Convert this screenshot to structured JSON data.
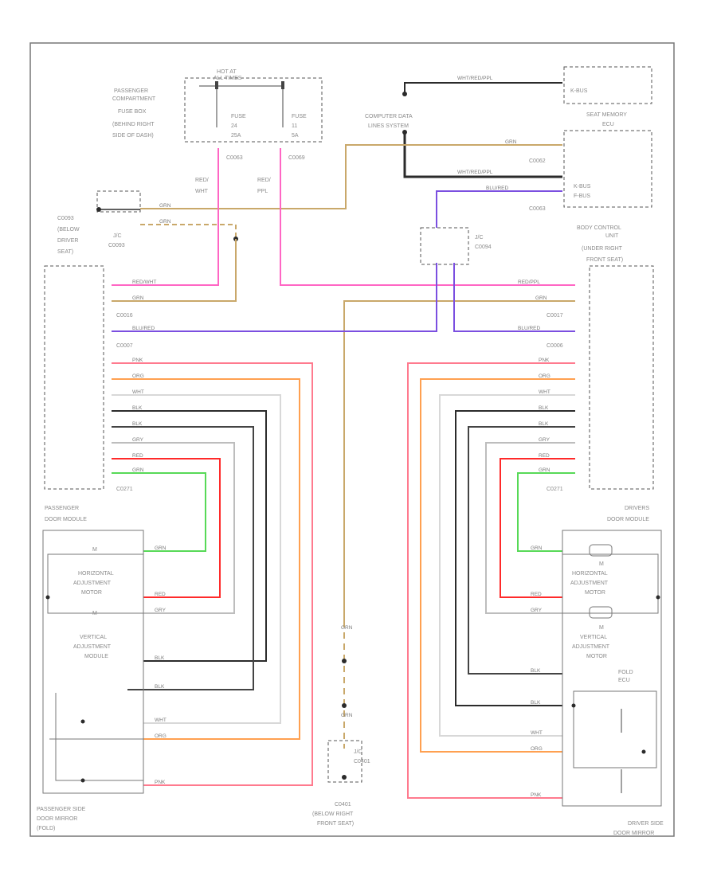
{
  "labels": {
    "hot_at_all_times": [
      "HOT AT",
      "ALL TIMES"
    ],
    "pass_fuse_box": [
      "PASSENGER",
      "COMPARTMENT",
      "FUSE BOX",
      "(BEHIND RIGHT",
      "SIDE OF DASH)"
    ],
    "fuse24": [
      "FUSE",
      "24",
      "25A"
    ],
    "fuse11": [
      "FUSE",
      "11",
      "5A"
    ],
    "c0063": "C0063",
    "c0069": "C0069",
    "wire_red_wht": [
      "RED/",
      "WHT"
    ],
    "wire_red_ppl": [
      "RED/",
      "PPL"
    ],
    "computer_data": [
      "COMPUTER DATA",
      "LINES SYSTEM"
    ],
    "seat_memory_ecu": [
      "SEAT MEMORY",
      "ECU"
    ],
    "kbus_top": "K-BUS",
    "kbus_bcu": "K-BUS",
    "bcu_fbus": "F-BUS",
    "c0062": "C0062",
    "c0063b": "C0063",
    "bcu": [
      "BODY CONTROL",
      "UNIT",
      "(UNDER RIGHT",
      "FRONT SEAT)"
    ],
    "c0093": [
      "C0093",
      "(BELOW",
      "DRIVER",
      "SEAT)"
    ],
    "jc_c0093": [
      "J/C",
      "C0093"
    ],
    "jc_c0094": [
      "J/C",
      "C0094"
    ],
    "c0016": "C0016",
    "c0017": "C0017",
    "c0007": "C0007",
    "c0006": "C0006",
    "c0271_l": "C0271",
    "c0271_r": "C0271",
    "pass_door_module": [
      "PASSENGER",
      "DOOR MODULE"
    ],
    "drv_door_module": [
      "DRIVERS",
      "DOOR MODULE"
    ],
    "horiz_motor_l": [
      "HORIZONTAL",
      "ADJUSTMENT",
      "MOTOR"
    ],
    "vert_module_l": [
      "VERTICAL",
      "ADJUSTMENT",
      "MODULE"
    ],
    "horiz_motor_r": [
      "HORIZONTAL",
      "ADJUSTMENT",
      "MOTOR"
    ],
    "vert_motor_r": [
      "VERTICAL",
      "ADJUSTMENT",
      "MOTOR"
    ],
    "pass_mirror": [
      "PASSENGER SIDE",
      "DOOR MIRROR",
      "(FOLD)"
    ],
    "drv_mirror": [
      "DRIVER SIDE",
      "DOOR MIRROR"
    ],
    "c0401": [
      "C0401",
      "(BELOW RIGHT",
      "FRONT SEAT)"
    ],
    "jc_c0401": [
      "J/C",
      "C0401"
    ],
    "ecu_label": [
      "FOLD",
      "ECU"
    ],
    "m_label": "M"
  },
  "wires": {
    "wht_red_ppl": "WHT/RED/PPL",
    "wht_red_ppl2": "WHT/RED/PPL",
    "blu_red_top": "BLU/RED",
    "grn": "GRN",
    "red_wht": "RED/WHT",
    "red_ppl": "RED/PPL",
    "blu_red": "BLU/RED",
    "pnk": "PNK",
    "org": "ORG",
    "wht": "WHT",
    "blk": "BLK",
    "gry": "GRY",
    "red": "RED",
    "red_m": "RED"
  },
  "colors": {
    "tan": "#c9a86a",
    "pink": "#ff66c4",
    "purple": "#7b4fe0",
    "black": "#2b2b2b",
    "red": "#ff2a2a",
    "orange": "#ffa050",
    "green": "#57d957",
    "gray_wire": "#9a9a9a",
    "white_wire": "#d8d8d8",
    "light_pink": "#ff7a8e"
  }
}
